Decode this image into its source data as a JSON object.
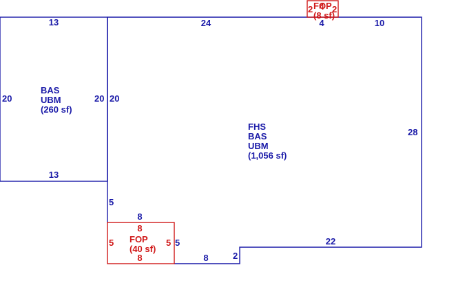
{
  "colors": {
    "main": "#1a1aa8",
    "porch": "#d01818"
  },
  "left_area": {
    "dims": {
      "top": "13",
      "bottom": "13",
      "left": "20",
      "right": "20"
    },
    "labels": [
      "BAS",
      "UBM",
      "(260 sf)"
    ]
  },
  "main_area": {
    "dims": {
      "left": "20",
      "top_a": "24",
      "top_b": "4",
      "top_c": "10",
      "right": "28",
      "bottom_right": "22",
      "step": "2",
      "bottom_mid": "8",
      "porch_right": "5",
      "left_lower": "5",
      "porch_top_outer": "8"
    },
    "labels": [
      "FHS",
      "BAS",
      "UBM",
      "(1,056 sf)"
    ]
  },
  "porch_front": {
    "dims": {
      "top": "8",
      "bottom": "8",
      "left": "5",
      "right": "5"
    },
    "labels": [
      "FOP",
      "(40 sf)"
    ]
  },
  "porch_top": {
    "dims": {
      "left": "2",
      "right": "2",
      "top": "4"
    },
    "labels": [
      "FOP",
      "(8 sf)"
    ]
  }
}
